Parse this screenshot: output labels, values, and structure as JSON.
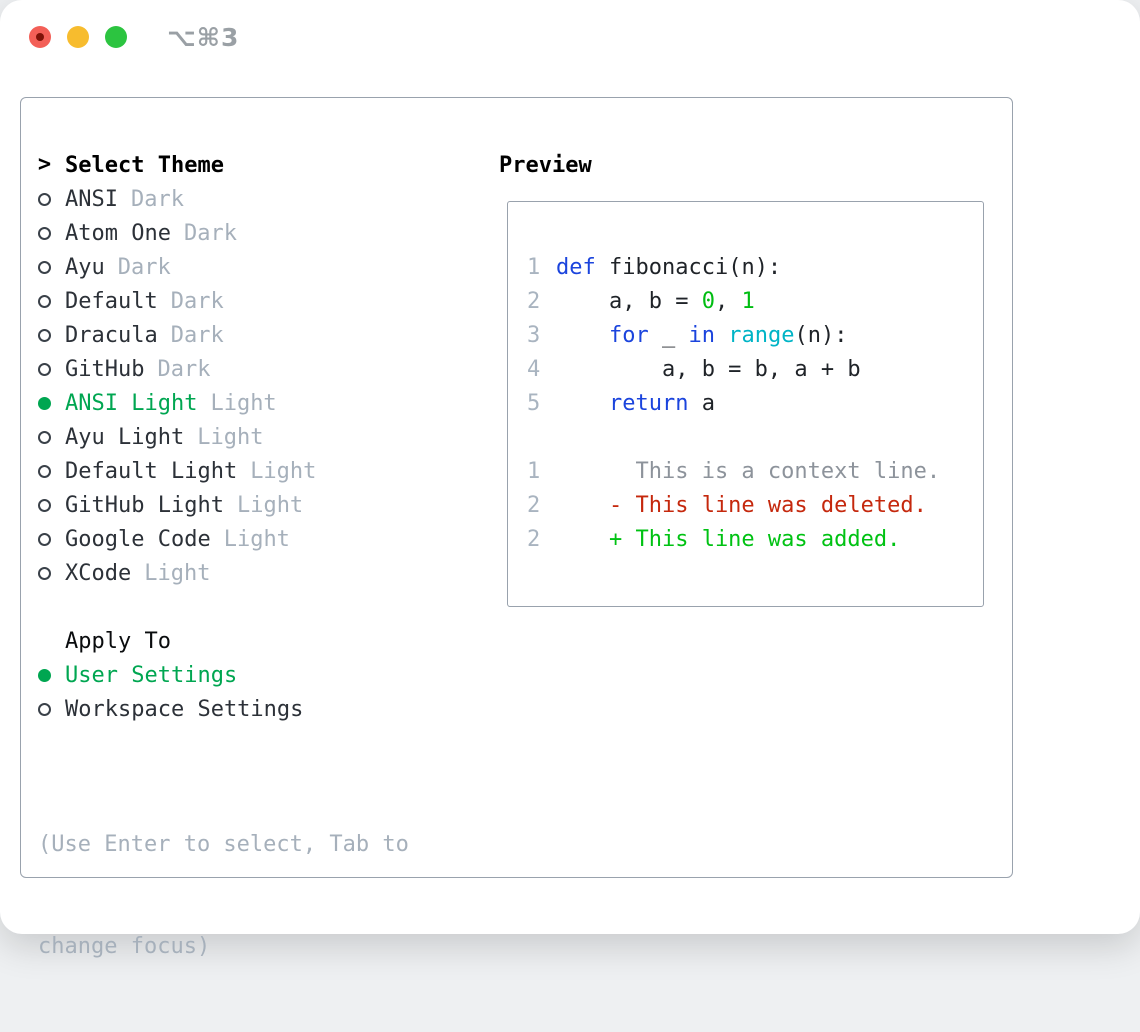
{
  "window": {
    "title": "⌥⌘3",
    "traffic_lights": [
      "close",
      "minimize",
      "zoom"
    ]
  },
  "colors": {
    "traffic_red": "#f35f57",
    "traffic_red_dot": "#7e1208",
    "traffic_yellow": "#f7bc2e",
    "traffic_green": "#2cc440",
    "title_gray": "#9aa0a5",
    "panel_border": "#99a2ad",
    "radio_ring": "#3a4149",
    "item_fg": "#2c3138",
    "tag_gray": "#a6b0bb",
    "hint_gray": "#a6b0bb",
    "line_number_gray": "#a9b4c0",
    "code_fg": "#1f2328",
    "keyword_blue": "#1b44dd",
    "function_cyan": "#00b4c6",
    "code_green": "#00bd12",
    "added_green": "#00c213",
    "deleted_red": "#c5280d",
    "context_gray": "#8d939b",
    "selected_green": "#00a651"
  },
  "theme_picker": {
    "header_marker": ">",
    "header": "Select Theme",
    "items": [
      {
        "name": "ANSI",
        "tag": "Dark",
        "selected": false
      },
      {
        "name": "Atom One",
        "tag": "Dark",
        "selected": false
      },
      {
        "name": "Ayu",
        "tag": "Dark",
        "selected": false
      },
      {
        "name": "Default",
        "tag": "Dark",
        "selected": false
      },
      {
        "name": "Dracula",
        "tag": "Dark",
        "selected": false
      },
      {
        "name": "GitHub",
        "tag": "Dark",
        "selected": false
      },
      {
        "name": "ANSI Light",
        "tag": "Light",
        "selected": true
      },
      {
        "name": "Ayu Light",
        "tag": "Light",
        "selected": false
      },
      {
        "name": "Default Light",
        "tag": "Light",
        "selected": false
      },
      {
        "name": "GitHub Light",
        "tag": "Light",
        "selected": false
      },
      {
        "name": "Google Code",
        "tag": "Light",
        "selected": false
      },
      {
        "name": "XCode",
        "tag": "Light",
        "selected": false
      }
    ]
  },
  "apply_to": {
    "header": "Apply To",
    "items": [
      {
        "name": "User Settings",
        "selected": true
      },
      {
        "name": "Workspace Settings",
        "selected": false
      }
    ]
  },
  "hint": {
    "line1": "(Use Enter to select, Tab to",
    "line2": "change focus)"
  },
  "preview": {
    "header": "Preview",
    "lines": [
      {
        "num": "1",
        "segments": [
          {
            "t": "def",
            "c": "kw"
          },
          {
            "t": " fibonacci(n):",
            "c": "fg"
          }
        ]
      },
      {
        "num": "2",
        "segments": [
          {
            "t": "    a, b = ",
            "c": "fg"
          },
          {
            "t": "0",
            "c": "green"
          },
          {
            "t": ", ",
            "c": "fg"
          },
          {
            "t": "1",
            "c": "green"
          }
        ]
      },
      {
        "num": "3",
        "segments": [
          {
            "t": "    ",
            "c": "fg"
          },
          {
            "t": "for",
            "c": "kw"
          },
          {
            "t": " _ ",
            "c": "fg"
          },
          {
            "t": "in",
            "c": "kw"
          },
          {
            "t": " ",
            "c": "fg"
          },
          {
            "t": "range",
            "c": "fn"
          },
          {
            "t": "(n):",
            "c": "fg"
          }
        ]
      },
      {
        "num": "4",
        "segments": [
          {
            "t": "        a, b = b, a + b",
            "c": "fg"
          }
        ]
      },
      {
        "num": "5",
        "segments": [
          {
            "t": "    ",
            "c": "fg"
          },
          {
            "t": "return",
            "c": "kw"
          },
          {
            "t": " a",
            "c": "fg"
          }
        ]
      },
      {
        "num": "",
        "segments": []
      },
      {
        "num": "1",
        "segments": [
          {
            "t": "      This is a context line.",
            "c": "ctx"
          }
        ]
      },
      {
        "num": "2",
        "segments": [
          {
            "t": "    - This line was deleted.",
            "c": "del"
          }
        ]
      },
      {
        "num": "2",
        "segments": [
          {
            "t": "    + This line was added.",
            "c": "add"
          }
        ]
      }
    ]
  }
}
